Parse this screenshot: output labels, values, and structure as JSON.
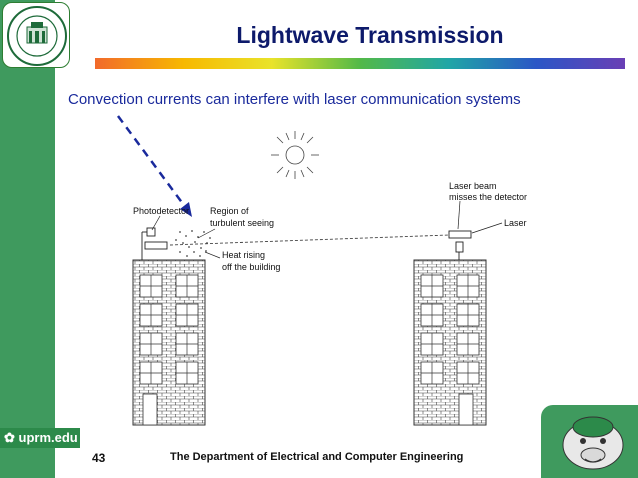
{
  "slide": {
    "title": "Lightwave Transmission",
    "subtitle": "Convection currents can interfere with laser communication systems",
    "slide_number": "43",
    "footer_text": "The Department of Electrical and Computer Engineering",
    "uprm_label": "uprm.edu"
  },
  "diagram": {
    "labels": {
      "photodetector": "Photodetector",
      "region_line1": "Region of",
      "region_line2": "turbulent seeing",
      "heat_line1": "Heat rising",
      "heat_line2": "off the building",
      "beam_line1": "Laser beam",
      "beam_line2": "misses the detector",
      "laser": "Laser"
    }
  },
  "colors": {
    "sidebar": "#3f9a5e",
    "title": "#0d1a6b",
    "subtitle": "#1a2a9c",
    "pointer_arrow": "#1a2a9c"
  }
}
